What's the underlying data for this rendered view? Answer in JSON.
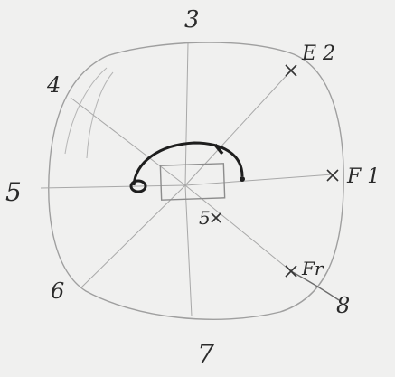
{
  "sketch": {
    "labels": {
      "top": "3",
      "top_right": "E 2",
      "right": "F 1",
      "upper_left": "4",
      "left": "5",
      "lower_left": "6",
      "bottom": "7",
      "center": "5",
      "lower_right_mark": "Fr",
      "lower_right_end": "8"
    },
    "colors": {
      "paper": "#f0f0ef",
      "pencil_light": "#9a9a9a",
      "pencil_dark": "#1e1e1e"
    }
  }
}
